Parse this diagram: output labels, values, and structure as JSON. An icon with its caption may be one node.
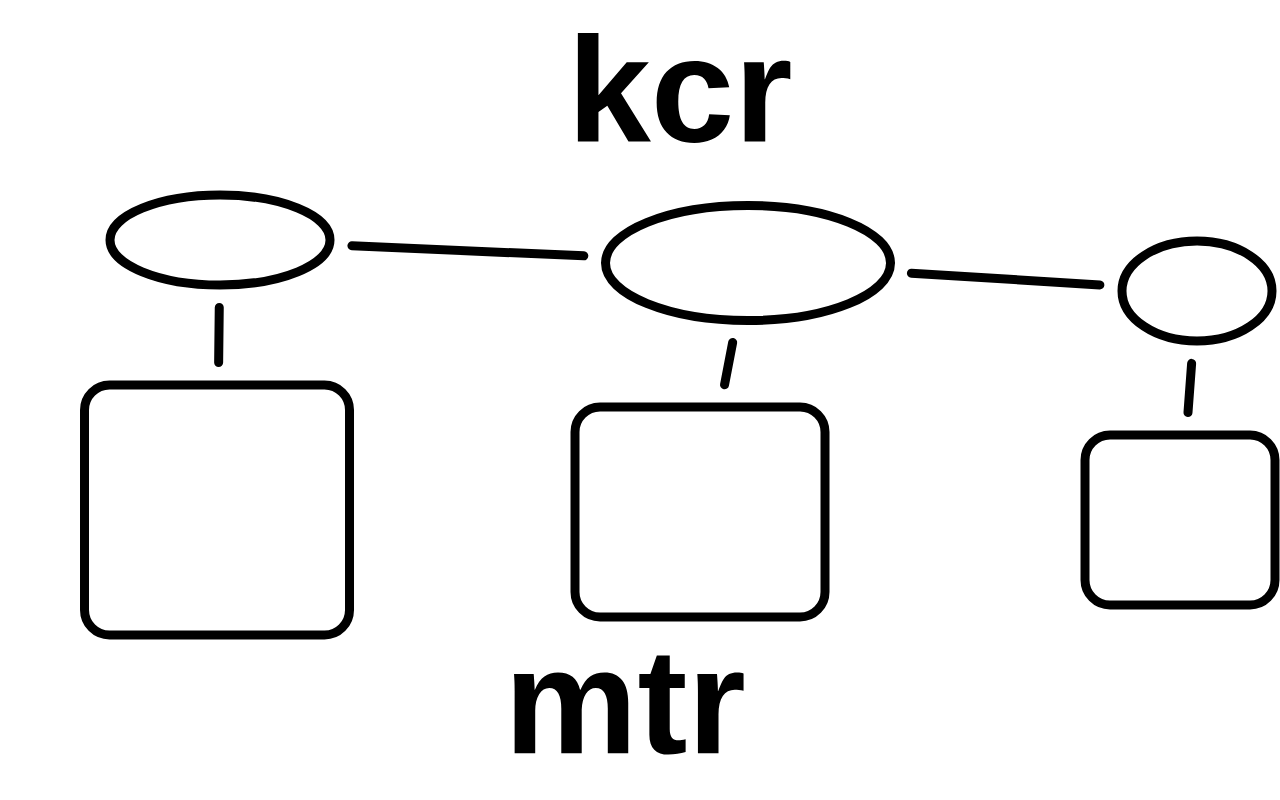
{
  "diagram": {
    "nodes": [
      {
        "text": [],
        "shape": "ellipse"
      },
      {
        "text": [],
        "shape": "ellipse"
      },
      {
        "text": [],
        "shape": "ellipse"
      },
      {
        "text": [],
        "shape": "box"
      },
      {
        "text": [],
        "shape": "box"
      },
      {
        "text": [],
        "shape": "box"
      }
    ],
    "edges": [
      {
        "from": 0,
        "to": 1,
        "arrow": "none"
      },
      {
        "from": 1,
        "to": 2,
        "arrow": "none"
      },
      {
        "from": 0,
        "to": 3,
        "arrow": "none"
      },
      {
        "from": 1,
        "to": 4,
        "arrow": "none"
      },
      {
        "from": 2,
        "to": 5,
        "arrow": "none"
      }
    ],
    "labels": [
      "kcr",
      "mtr"
    ]
  }
}
